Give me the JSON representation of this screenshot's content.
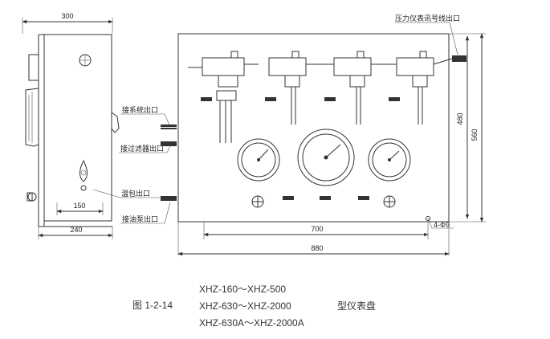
{
  "dimensions": {
    "side_width": "300",
    "side_depth_1": "150",
    "side_depth_2": "240",
    "panel_height_inner": "480",
    "panel_height_outer": "560",
    "panel_width_inner": "700",
    "panel_width_outer": "880",
    "mount_holes": "4-Φ9"
  },
  "labels": {
    "system_outlet": "接系统出口",
    "filter_outlet": "接过滤器出口",
    "oil_drum_outlet": "温包出口",
    "oil_pump_outlet": "接油泵出口",
    "pressure_signal_outlet": "压力仪表讯号线出口"
  },
  "caption": {
    "figure_number": "图 1-2-14",
    "model_line_1": "XHZ-160～XHZ-500",
    "model_line_2": "XHZ-630～XHZ-2000",
    "model_line_3": "XHZ-630A～XHZ-2000A",
    "suffix": "型仪表盘"
  }
}
